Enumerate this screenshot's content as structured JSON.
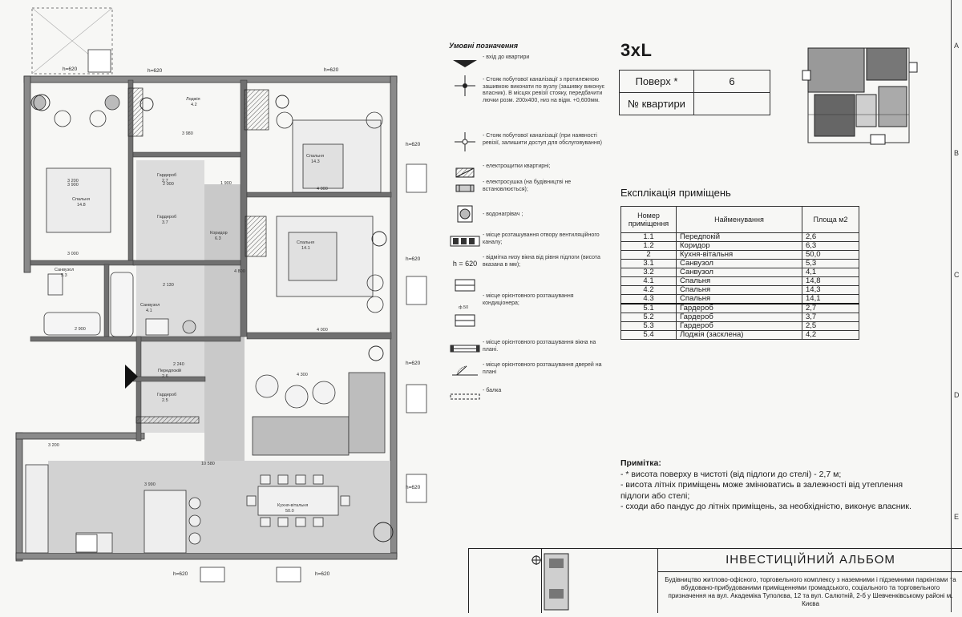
{
  "plan": {
    "window_marks": [
      "h=620",
      "h=620",
      "h=620",
      "h=620",
      "h=620",
      "h=620",
      "h=620",
      "h=620",
      "h=620"
    ],
    "rooms": [
      {
        "name": "Спальня",
        "num": "14.8"
      },
      {
        "name": "Санвузол",
        "num": "5.3"
      },
      {
        "name": "Санвузол",
        "num": "4.1"
      },
      {
        "name": "Гардероб",
        "num": "2.7"
      },
      {
        "name": "Гардероб",
        "num": "3.7"
      },
      {
        "name": "Гардероб",
        "num": "2.5"
      },
      {
        "name": "Коридор",
        "num": "6.3"
      },
      {
        "name": "Передпокій",
        "num": "2.6"
      },
      {
        "name": "Спальня",
        "num": "14.3"
      },
      {
        "name": "Спальня",
        "num": "14.1"
      },
      {
        "name": "Лоджія",
        "num": "4.2"
      },
      {
        "name": "Кухня-вітальня",
        "num": "50.0"
      }
    ],
    "dims": [
      "3 200",
      "3 900",
      "2 900",
      "3 000",
      "4 000",
      "4 000",
      "1 900",
      "3 980",
      "2 130",
      "2 000",
      "10 580",
      "3 200",
      "2 240",
      "4 300",
      "3 990",
      "4 800"
    ]
  },
  "legend": {
    "title": "Умовні позначення",
    "items": [
      "- вхід до квартири",
      "- Стояк побутової каналізації з протилежною зашивкою виконати по вузлу (зашивку виконує власник). В місцях ревізії стояку, передбачити лючки розм. 200х400, низ на відм. +0,600мм.",
      "- Стояк побутової каналізації (при наявності ревізії, залишити доступ для обслуговування)",
      "- електрощитки квартирні;",
      "- електросушка (на будівництві не встановлюється);",
      "- водонагрівач ;",
      "- місце розташування отвору вентиляційного каналу;",
      "- відмітка низу вікна від рівня підлоги (висота вказана в мм);",
      "- місце орієнтовного розташування кондиціонера;",
      "- місце орієнтовного розташування вікна на плані.",
      "- місце орієнтовного розташування дверей на плані",
      "- балка"
    ],
    "h_label": "h = 620",
    "ac_label": "ф.50"
  },
  "header": {
    "apt_type": "3xL",
    "floor_label": "Поверх *",
    "floor_value": "6",
    "apt_no_label": "№ квартири",
    "apt_no_value": ""
  },
  "explication": {
    "title": "Експлікація приміщень",
    "headers": [
      "Номер приміщення",
      "Найменування",
      "Площа м2"
    ],
    "rows": [
      [
        "1.1",
        "Передпокій",
        "2,6"
      ],
      [
        "1.2",
        "Коридор",
        "6,3"
      ],
      [
        "2",
        "Кухня-вітальня",
        "50,0"
      ],
      [
        "3.1",
        "Санвузол",
        "5,3"
      ],
      [
        "3.2",
        "Санвузол",
        "4,1"
      ],
      [
        "4.1",
        "Спальня",
        "14,8"
      ],
      [
        "4.2",
        "Спальня",
        "14,3"
      ],
      [
        "4.3",
        "Спальня",
        "14,1"
      ],
      [
        "5.1",
        "Гардероб",
        "2,7"
      ],
      [
        "5.2",
        "Гардероб",
        "3,7"
      ],
      [
        "5.3",
        "Гардероб",
        "2,5"
      ],
      [
        "5.4",
        "Лоджія  (засклена)",
        "4,2"
      ]
    ]
  },
  "note": {
    "title": "Примітка:",
    "lines": [
      "- * висота поверху в чистоті (від підлоги до стелі) - 2,7 м;",
      "- висота літніх приміщень може змінюватись в залежності від утеплення підлоги або стелі;",
      "- сходи або пандус до літніх приміщень, за необхідністю, виконує власник."
    ]
  },
  "title_block": {
    "album": "ІНВЕСТИЦІЙНИЙ АЛЬБОМ",
    "desc": "Будівництво житлово-офісного, торговельного комплексу з наземними і підземними паркінгами та вбудовано-прибудованими приміщеннями громадського, соціального та торговельного призначення на вул. Академіка Туполєва, 12 та вул. Салютній, 2-б у Шевченківському районі м. Києва"
  },
  "edge_letters": [
    "A",
    "B",
    "C",
    "D",
    "E"
  ]
}
